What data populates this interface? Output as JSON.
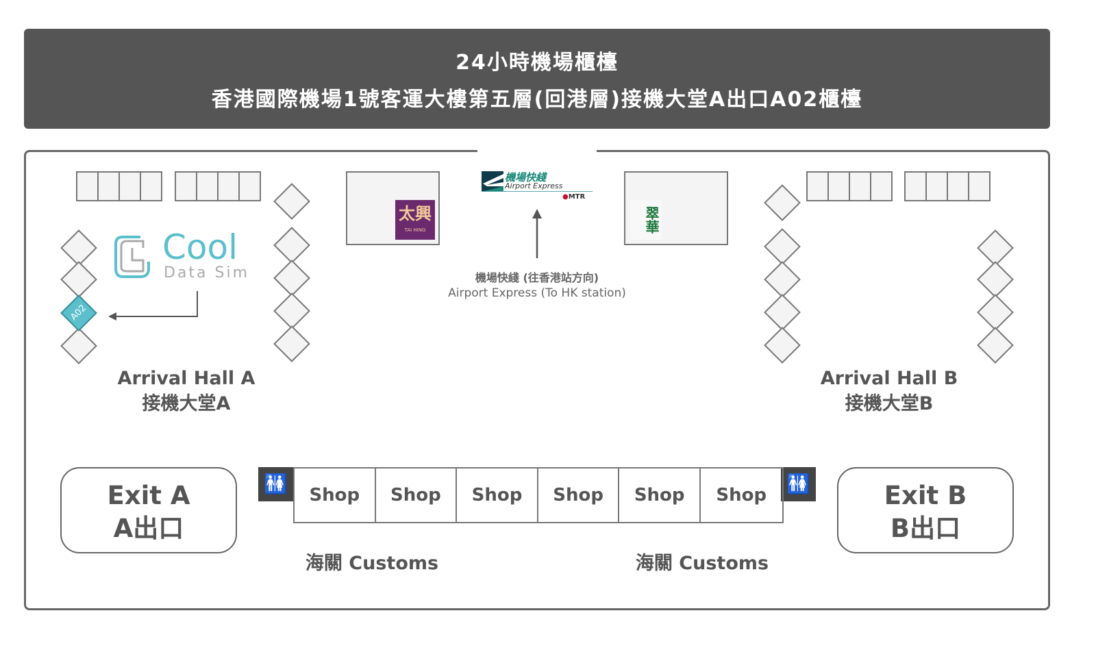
{
  "header": {
    "line1": "24小時機場櫃檯",
    "line2": "香港國際機場1號客運大樓第五層(回港層)接機大堂A出口A02櫃檯"
  },
  "logos": {
    "cool": "Cool",
    "data_sim": "Data Sim",
    "tai_hing_cn": "太興",
    "tai_hing_en": "TAI HING",
    "ae_cn": "機場快綫",
    "ae_en": "Airport Express",
    "mtr": "MTR",
    "cuiwah": "翠華"
  },
  "counter": {
    "label": "A02",
    "color": "#5bbfcc"
  },
  "airport_express": {
    "cn": "機場快綫 (往香港站方向)",
    "en": "Airport Express (To HK station)"
  },
  "halls": {
    "a": {
      "en": "Arrival Hall A",
      "cn": "接機大堂A"
    },
    "b": {
      "en": "Arrival Hall B",
      "cn": "接機大堂B"
    }
  },
  "exits": {
    "a": {
      "en": "Exit A",
      "cn": "A出口"
    },
    "b": {
      "en": "Exit B",
      "cn": "B出口"
    }
  },
  "shops": [
    "Shop",
    "Shop",
    "Shop",
    "Shop",
    "Shop",
    "Shop"
  ],
  "customs": [
    "海關 Customs",
    "海關 Customs"
  ],
  "icons": {
    "toilet": "🚻"
  }
}
